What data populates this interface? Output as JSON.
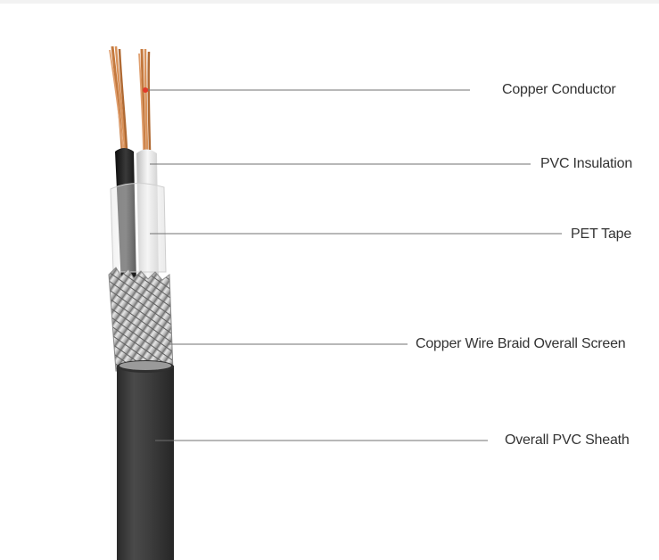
{
  "labels": {
    "copper_conductor": "Copper Conductor",
    "pvc_insulation": "PVC Insulation",
    "pet_tape": "PET Tape",
    "braid_screen": "Copper Wire Braid Overall Screen",
    "pvc_sheath": "Overall PVC Sheath"
  },
  "colors": {
    "sheath": "#3f3f3f",
    "braid": "#c9c9c9",
    "copper": "#c4793e",
    "insulation_black": "#151515",
    "insulation_white": "#eeeeee",
    "pointer": "#e23a2a",
    "line": "#707070"
  }
}
